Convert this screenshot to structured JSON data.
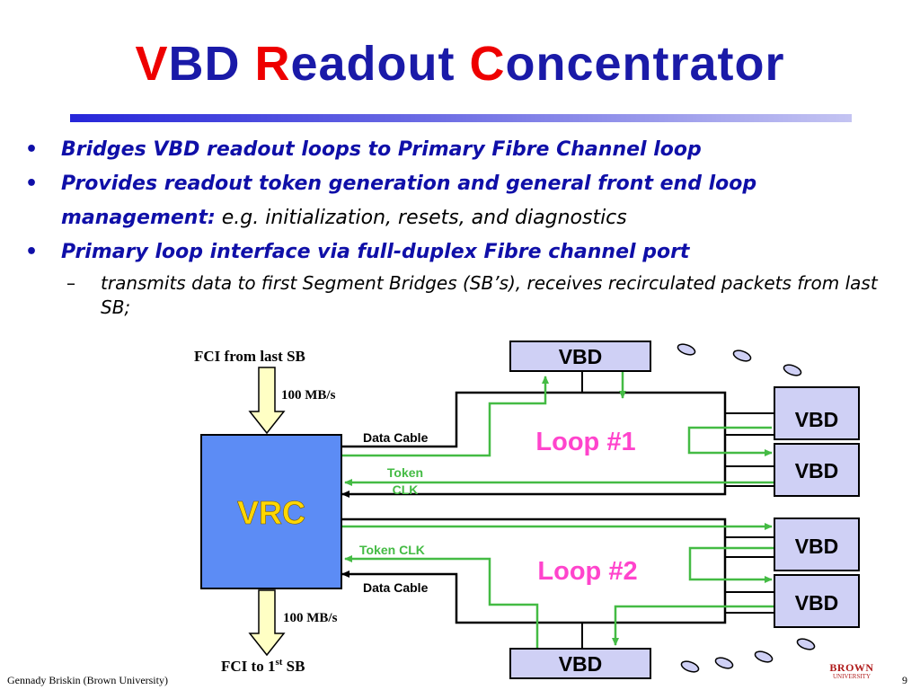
{
  "title": {
    "word1_cap": "V",
    "word1_rest": "BD ",
    "word2_cap": "R",
    "word2_rest": "eadout ",
    "word3_cap": "C",
    "word3_rest": "oncentrator"
  },
  "bullets": {
    "b1": "Bridges VBD readout loops to Primary Fibre Channel loop",
    "b2_bold": "Provides readout token generation and general front end loop management:",
    "b2_plain": " e.g. initialization, resets,  and diagnostics",
    "b3": "Primary loop interface via full-duplex Fibre channel port",
    "sub1": "transmits data to first Segment Bridges (SB’s),  receives recirculated packets from last SB;",
    "marker": "•",
    "sub_marker": "–"
  },
  "diagram": {
    "fci_in": "FCI from last SB",
    "rate_in": "100 MB/s",
    "rate_out": "100 MB/s",
    "fci_out_pre": "FCI to 1",
    "fci_out_sup": "st",
    "fci_out_post": " SB",
    "vrc": "VRC",
    "data_cable_1": "Data Cable",
    "data_cable_2": "Data Cable",
    "token_clk_1a": "Token",
    "token_clk_1b": "CLK",
    "token_clk_2": "Token CLK",
    "loop1": "Loop #1",
    "loop2": "Loop #2",
    "vbd_top": "VBD",
    "vbd_r1": "VBD",
    "vbd_r2": "VBD",
    "vbd_r3": "VBD",
    "vbd_r4": "VBD",
    "vbd_bottom": "VBD"
  },
  "colors": {
    "title_blue": "#1a1aa8",
    "title_red": "#ee0000",
    "vrc_fill": "#5c8cf5",
    "vrc_text": "#ffd700",
    "vbd_fill": "#cfd0f5",
    "token_green": "#44bb44",
    "loop_label": "#ff44cc"
  },
  "footer": {
    "author": "Gennady Briskin (Brown University)",
    "page": "9",
    "logo_line1": "BROWN",
    "logo_line2": "UNIVERSITY"
  }
}
